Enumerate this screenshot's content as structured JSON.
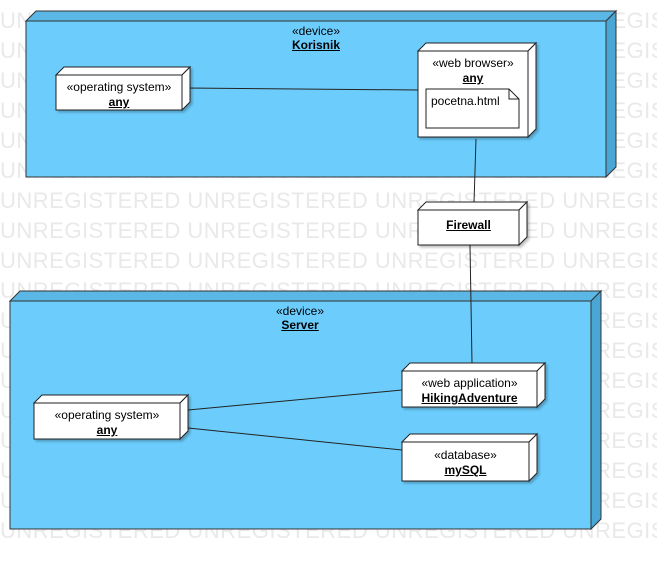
{
  "watermark": "UNREGISTERED UNREGISTERED UNREGISTERED UNREGISTERED",
  "colors": {
    "device_fill": "#6ccdfd",
    "node_fill": "#ffffff",
    "stroke": "#333333"
  },
  "nodes": {
    "korisnik": {
      "stereotype": "«device»",
      "name": "Korisnik"
    },
    "client_os": {
      "stereotype": "«operating system»",
      "name": "any"
    },
    "web_browser": {
      "stereotype": "«web browser»",
      "name": "any"
    },
    "artifact": {
      "name": "pocetna.html"
    },
    "firewall": {
      "name": "Firewall"
    },
    "server": {
      "stereotype": "«device»",
      "name": "Server"
    },
    "server_os": {
      "stereotype": "«operating system»",
      "name": "any"
    },
    "web_app": {
      "stereotype": "«web application»",
      "name": "HikingAdventure"
    },
    "database": {
      "stereotype": "«database»",
      "name": "mySQL"
    }
  }
}
